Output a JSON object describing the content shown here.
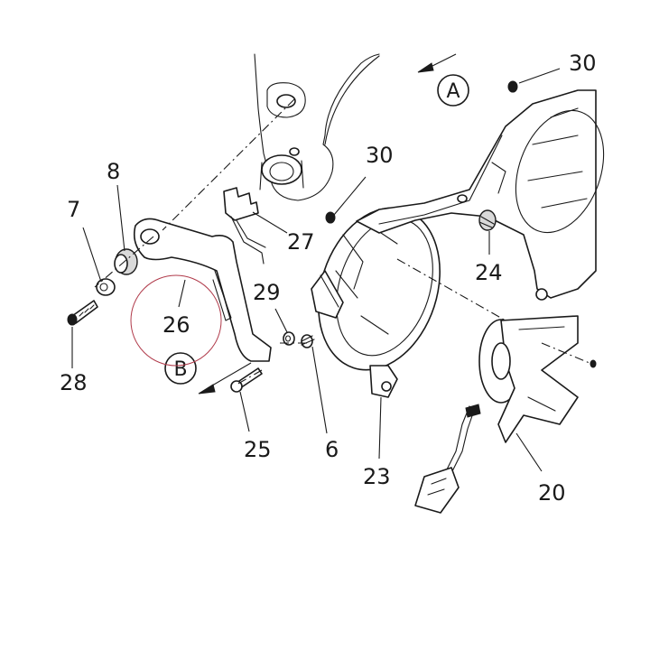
{
  "callouts": {
    "c30a": "30",
    "c30b": "30",
    "c8": "8",
    "c7": "7",
    "c27": "27",
    "c29": "29",
    "c26": "26",
    "c24": "24",
    "c28": "28",
    "c25": "25",
    "c6": "6",
    "c23": "23",
    "c20": "20"
  },
  "view_markers": {
    "a": "A",
    "b": "B"
  },
  "colors": {
    "ink": "#1a1a1a",
    "highlight": "#b03a4a",
    "background": "#ffffff"
  }
}
